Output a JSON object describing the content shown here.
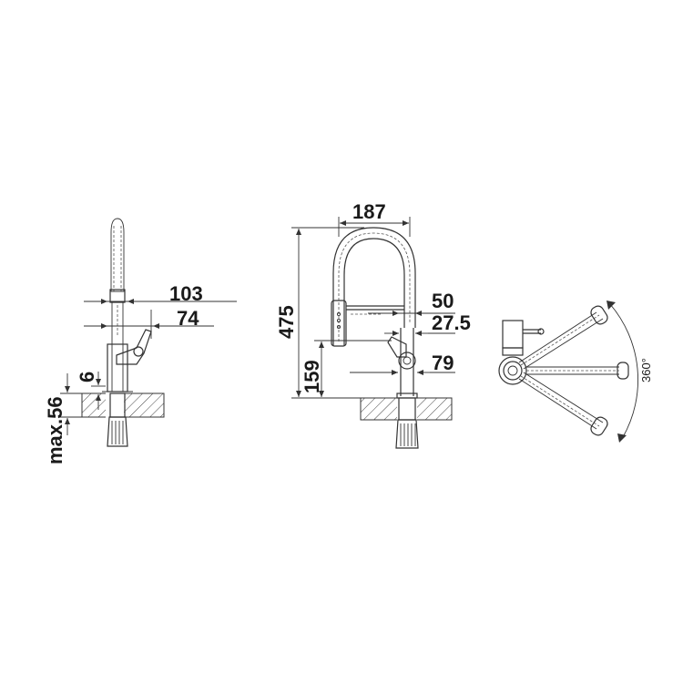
{
  "side_view": {
    "dim_spout_reach": "103",
    "dim_lever_reach": "74",
    "dim_deck_thickness": "6",
    "dim_max_deck": "max.56"
  },
  "front_view": {
    "dim_width": "187",
    "dim_height": "475",
    "dim_spout_offset": "50",
    "dim_lever_offset": "27.5",
    "dim_lever_height": "159",
    "dim_base_diameter": "79"
  },
  "top_view": {
    "rotation_label": "360°"
  }
}
